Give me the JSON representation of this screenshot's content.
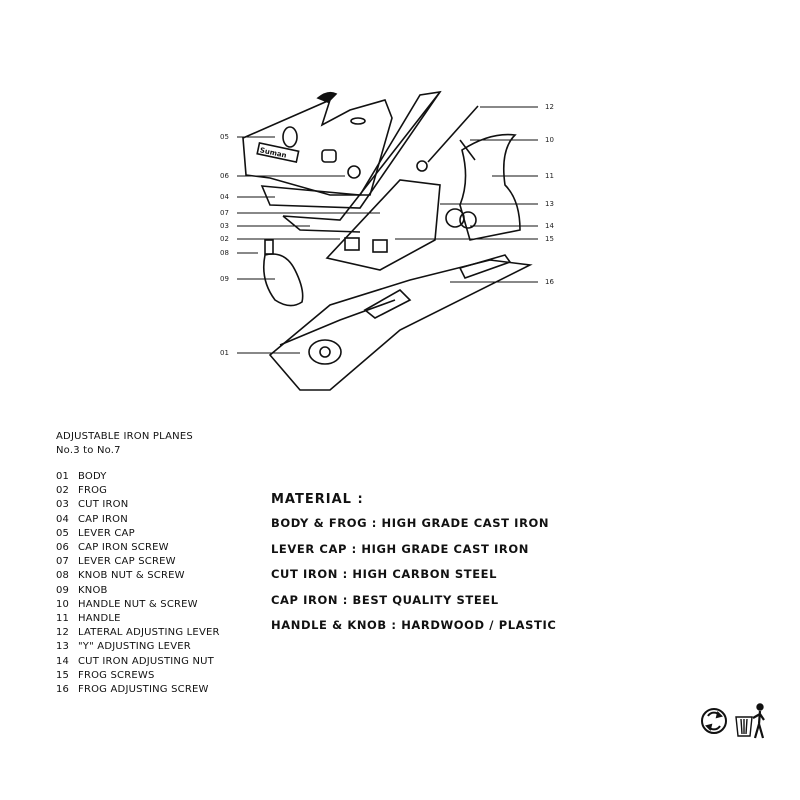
{
  "diagram": {
    "brand": "Suman",
    "callouts_left": [
      "05",
      "06",
      "04",
      "07",
      "03",
      "02",
      "08",
      "09",
      "01"
    ],
    "callouts_right": [
      "12",
      "10",
      "11",
      "13",
      "14",
      "15",
      "16"
    ]
  },
  "legend": {
    "title": "ADJUSTABLE IRON PLANES",
    "subtitle": "No.3 to No.7",
    "parts": [
      {
        "num": "01",
        "name": "BODY"
      },
      {
        "num": "02",
        "name": "FROG"
      },
      {
        "num": "03",
        "name": "CUT IRON"
      },
      {
        "num": "04",
        "name": "CAP IRON"
      },
      {
        "num": "05",
        "name": "LEVER CAP"
      },
      {
        "num": "06",
        "name": "CAP IRON SCREW"
      },
      {
        "num": "07",
        "name": "LEVER CAP SCREW"
      },
      {
        "num": "08",
        "name": "KNOB NUT & SCREW"
      },
      {
        "num": "09",
        "name": "KNOB"
      },
      {
        "num": "10",
        "name": "HANDLE NUT & SCREW"
      },
      {
        "num": "11",
        "name": "HANDLE"
      },
      {
        "num": "12",
        "name": "LATERAL ADJUSTING LEVER"
      },
      {
        "num": "13",
        "name": "\"Y\" ADJUSTING LEVER"
      },
      {
        "num": "14",
        "name": "CUT IRON ADJUSTING NUT"
      },
      {
        "num": "15",
        "name": "FROG SCREWS"
      },
      {
        "num": "16",
        "name": "FROG ADJUSTING SCREW"
      }
    ]
  },
  "material": {
    "heading": "MATERIAL :",
    "lines": [
      "BODY & FROG : HIGH GRADE CAST IRON",
      "LEVER CAP : HIGH GRADE CAST IRON",
      "CUT IRON : HIGH CARBON STEEL",
      "CAP IRON : BEST QUALITY STEEL",
      "HANDLE & KNOB : HARDWOOD / PLASTIC"
    ]
  },
  "icons": [
    "recycle-icon",
    "dispose-in-bin-icon"
  ]
}
